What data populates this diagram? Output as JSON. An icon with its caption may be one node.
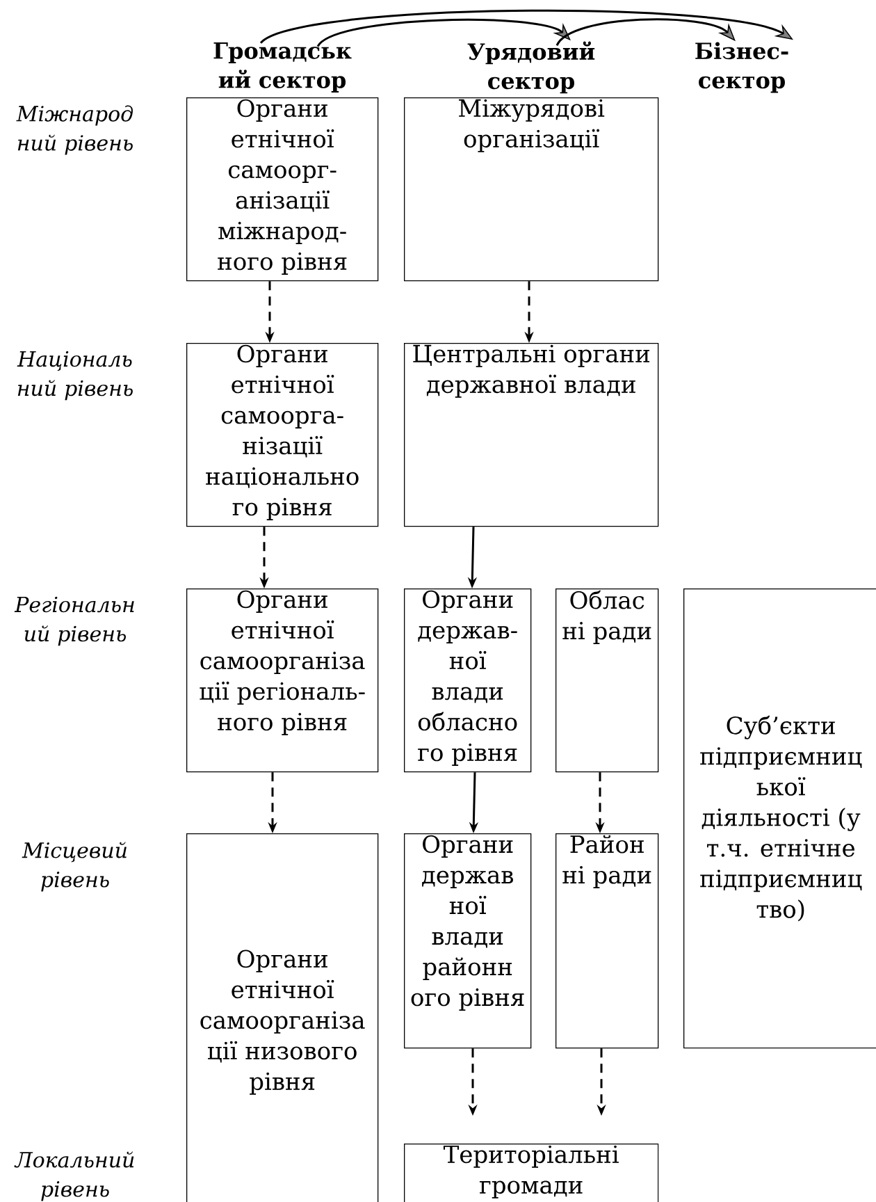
{
  "diagram": {
    "nodes": [
      {
        "text": [
          "Громадськ ий сектор"
        ]
      },
      {
        "text": [
          "Урядовий сектор"
        ]
      },
      {
        "text": [
          "Бізнес- сектор"
        ]
      },
      {
        "text": [
          "Органи етнічної самоорг- анізації міжнарод- ного рівня"
        ]
      },
      {
        "text": [
          "Міжурядові організації"
        ]
      },
      {
        "text": [
          "Органи етнічної самоорга- нізації національно го рівня"
        ]
      },
      {
        "text": [
          "Центральні органи державної влади"
        ]
      },
      {
        "text": [
          "Органи етнічної самоорганіза ції регіональ- ного рівня"
        ]
      },
      {
        "text": [
          "Органи держав- ної влади обласно го рівня"
        ]
      },
      {
        "text": [
          "Облас ні ради"
        ]
      },
      {
        "text": [
          "Суб’єкти підприємниц ької діяльності (у т.ч. етнічне підприємниц тво)"
        ]
      },
      {
        "text": [
          "Органи етнічної самоорганіза ції низового рівня"
        ]
      },
      {
        "text": [
          "Органи держав ної влади районн ого рівня"
        ]
      },
      {
        "text": [
          "Район ні ради"
        ]
      },
      {
        "text": [
          "Територіальні громади"
        ]
      }
    ],
    "edges": [
      {
        "from": 0,
        "to": 2,
        "arrow": "to"
      },
      {
        "from": 0,
        "to": 1,
        "arrow": "to"
      },
      {
        "from": 1,
        "to": 2,
        "arrow": "to"
      },
      {
        "from": 3,
        "to": 5,
        "arrow": "to",
        "style": "dashed"
      },
      {
        "from": 4,
        "to": 6,
        "arrow": "to",
        "style": "dashed"
      },
      {
        "from": 5,
        "to": 7,
        "arrow": "to",
        "style": "dashed"
      },
      {
        "from": 6,
        "to": 8,
        "arrow": "to"
      },
      {
        "from": 7,
        "to": 11,
        "arrow": "to",
        "style": "dashed"
      },
      {
        "from": 8,
        "to": 12,
        "arrow": "to"
      },
      {
        "from": 9,
        "to": 13,
        "arrow": "to",
        "style": "dashed"
      },
      {
        "from": 12,
        "to": 14,
        "arrow": "to",
        "style": "dashed"
      },
      {
        "from": 13,
        "to": 14,
        "arrow": "to",
        "style": "dashed"
      }
    ],
    "labels": [
      "Міжнарод ний рівень",
      "Національ ний рівень",
      "Регіональн ий рівень",
      "Місцевий рівень",
      "Локальний рівень"
    ]
  }
}
